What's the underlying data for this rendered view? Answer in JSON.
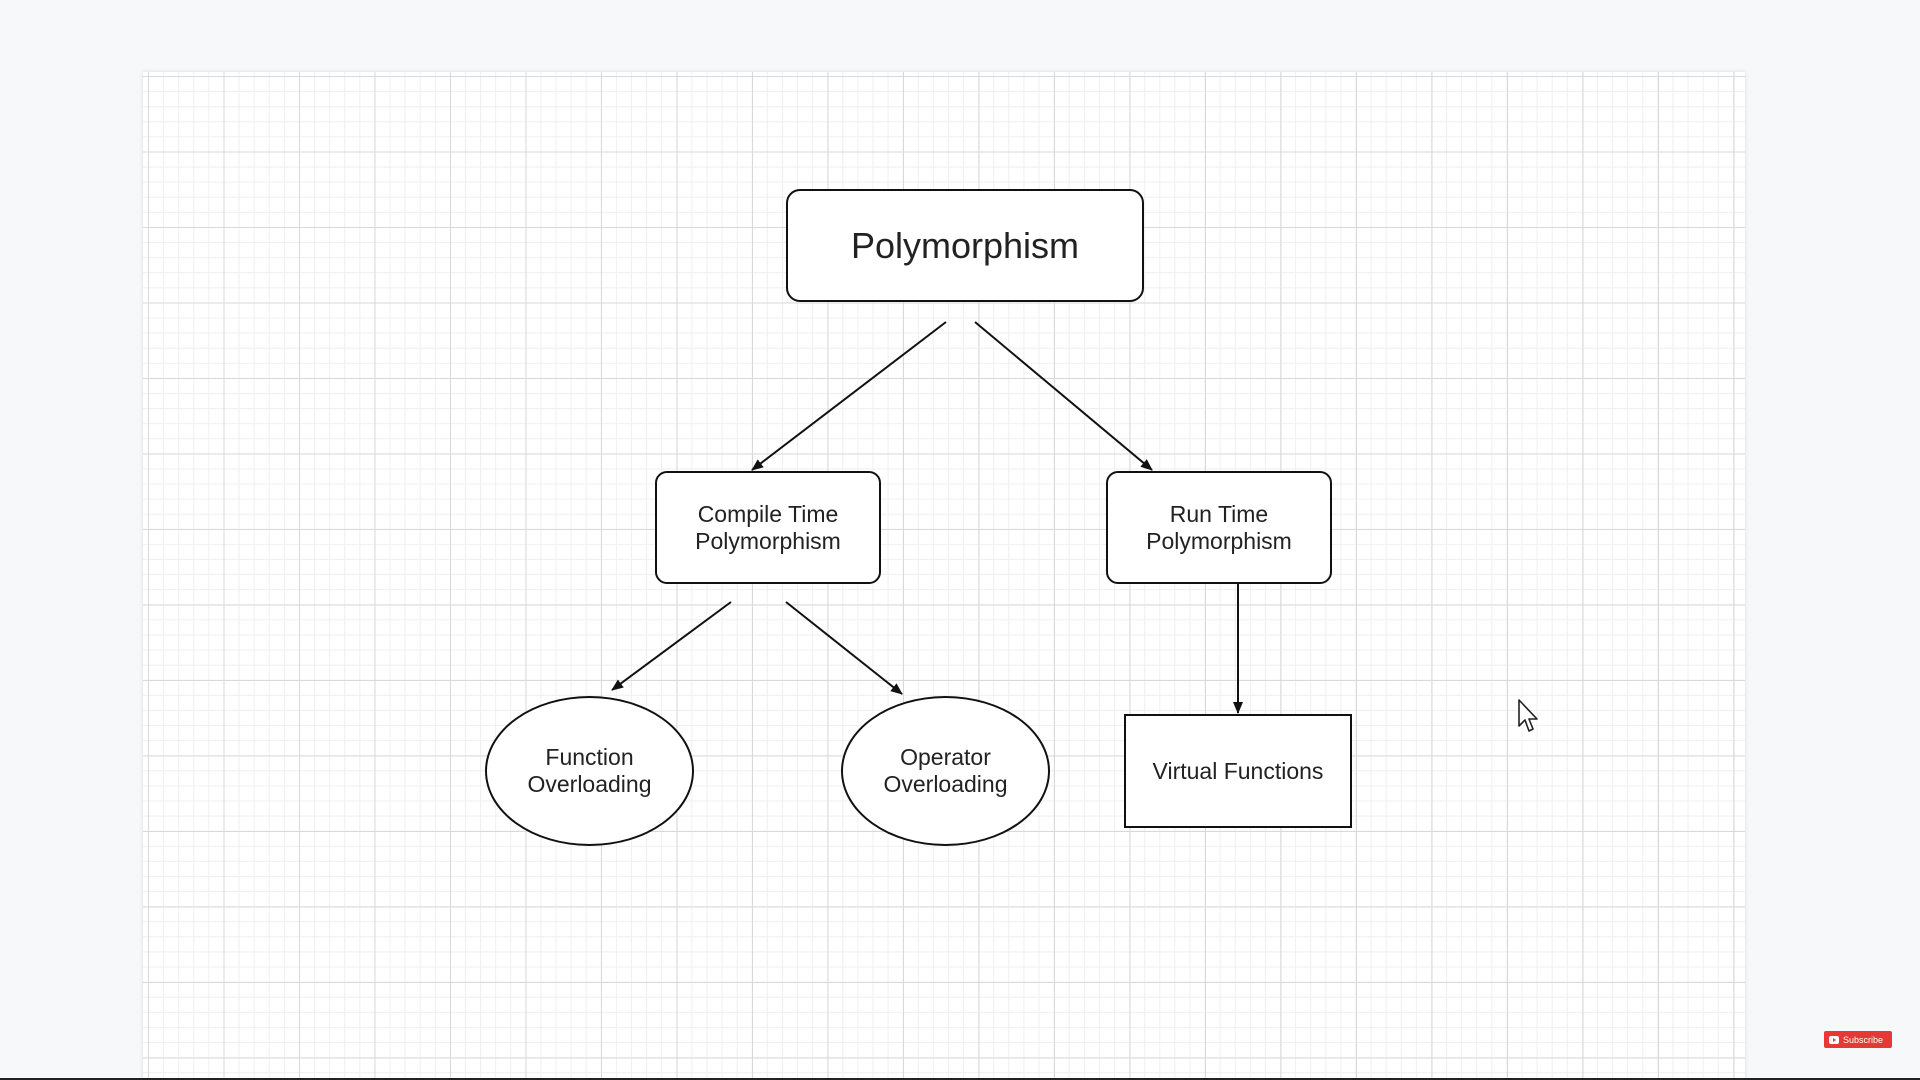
{
  "diagram": {
    "nodes": {
      "root": {
        "label": "Polymorphism",
        "shape": "rounded-rectangle"
      },
      "compile_time": {
        "label": "Compile Time\nPolymorphism",
        "shape": "rounded-rectangle"
      },
      "run_time": {
        "label": "Run Time\nPolymorphism",
        "shape": "rounded-rectangle"
      },
      "function_overloading": {
        "label": "Function\nOverloading",
        "shape": "ellipse"
      },
      "operator_overloading": {
        "label": "Operator\nOverloading",
        "shape": "ellipse"
      },
      "virtual_functions": {
        "label": "Virtual Functions",
        "shape": "rectangle"
      }
    },
    "edges": [
      {
        "from": "root",
        "to": "compile_time"
      },
      {
        "from": "root",
        "to": "run_time"
      },
      {
        "from": "compile_time",
        "to": "function_overloading"
      },
      {
        "from": "compile_time",
        "to": "operator_overloading"
      },
      {
        "from": "run_time",
        "to": "virtual_functions"
      }
    ]
  },
  "overlay": {
    "subscribe_label": "Subscribe",
    "cursor_icon": "mouse-pointer-icon"
  },
  "colors": {
    "stroke": "#111111",
    "grid_major": "#d9d9d9",
    "grid_minor": "#efefef",
    "subscribe_bg": "#e53935"
  }
}
